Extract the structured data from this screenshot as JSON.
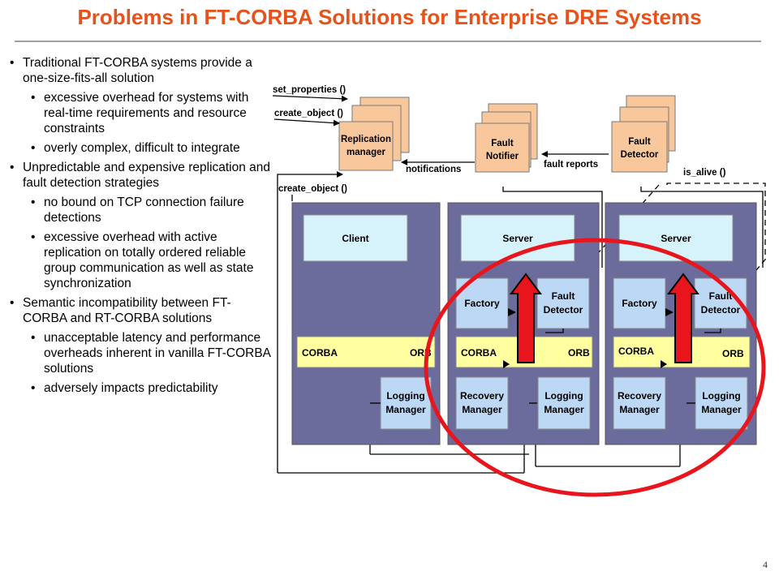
{
  "slide": {
    "title": "Problems in FT-CORBA Solutions for Enterprise DRE Systems",
    "page_number": "4"
  },
  "bullets": [
    {
      "level": 1,
      "text": "Traditional FT-CORBA systems provide a one-size-fits-all solution"
    },
    {
      "level": 2,
      "text": "excessive overhead for systems with real-time requirements and resource constraints"
    },
    {
      "level": 2,
      "text": "overly complex, difficult to integrate"
    },
    {
      "level": 1,
      "text": "Unpredictable and expensive replication and fault detection strategies"
    },
    {
      "level": 2,
      "text": "no bound on TCP connection failure detections"
    },
    {
      "level": 2,
      "text": "excessive overhead with active replication on totally ordered reliable group communication as well as state synchronization"
    },
    {
      "level": 1,
      "text": "Semantic incompatibility between FT-CORBA and RT-CORBA solutions"
    },
    {
      "level": 2,
      "text": "unacceptable latency and performance overheads inherent in vanilla FT-CORBA solutions"
    },
    {
      "level": 2,
      "text": "adversely impacts predictability"
    }
  ],
  "diagram": {
    "services": {
      "replication_manager": [
        "Replication",
        "manager"
      ],
      "fault_notifier": [
        "Fault",
        "Notifier"
      ],
      "fault_detector": [
        "Fault",
        "Detector"
      ]
    },
    "arrow_labels": {
      "set_properties": "set_properties ()",
      "create_object_1": "create_object ()",
      "create_object_2": "create_object ()",
      "notifications": "notifications",
      "fault_reports": "fault reports",
      "is_alive": "is_alive ()"
    },
    "nodes": {
      "client": {
        "top": "Client",
        "corba": "CORBA",
        "orb": "ORB",
        "logging": [
          "Logging",
          "Manager"
        ]
      },
      "server1": {
        "top": "Server",
        "factory": "Factory",
        "detector": [
          "Fault",
          "Detector"
        ],
        "corba": "CORBA",
        "orb": "ORB",
        "recovery": [
          "Recovery",
          "Manager"
        ],
        "logging": [
          "Logging",
          "Manager"
        ]
      },
      "server2": {
        "top": "Server",
        "factory": "Factory",
        "detector": [
          "Fault",
          "Detector"
        ],
        "corba": "CORBA",
        "orb": "ORB",
        "recovery": [
          "Recovery",
          "Manager"
        ],
        "logging": [
          "Logging",
          "Manager"
        ]
      }
    },
    "colors": {
      "title": "#e8521a",
      "node_bg": "#6b6b9c",
      "light_blue": "#d6f3fb",
      "box_blue": "#bcd8f4",
      "orb_yellow": "#ffffa0",
      "service_orange": "#f8c89c",
      "highlight_red": "#e8161c"
    }
  }
}
